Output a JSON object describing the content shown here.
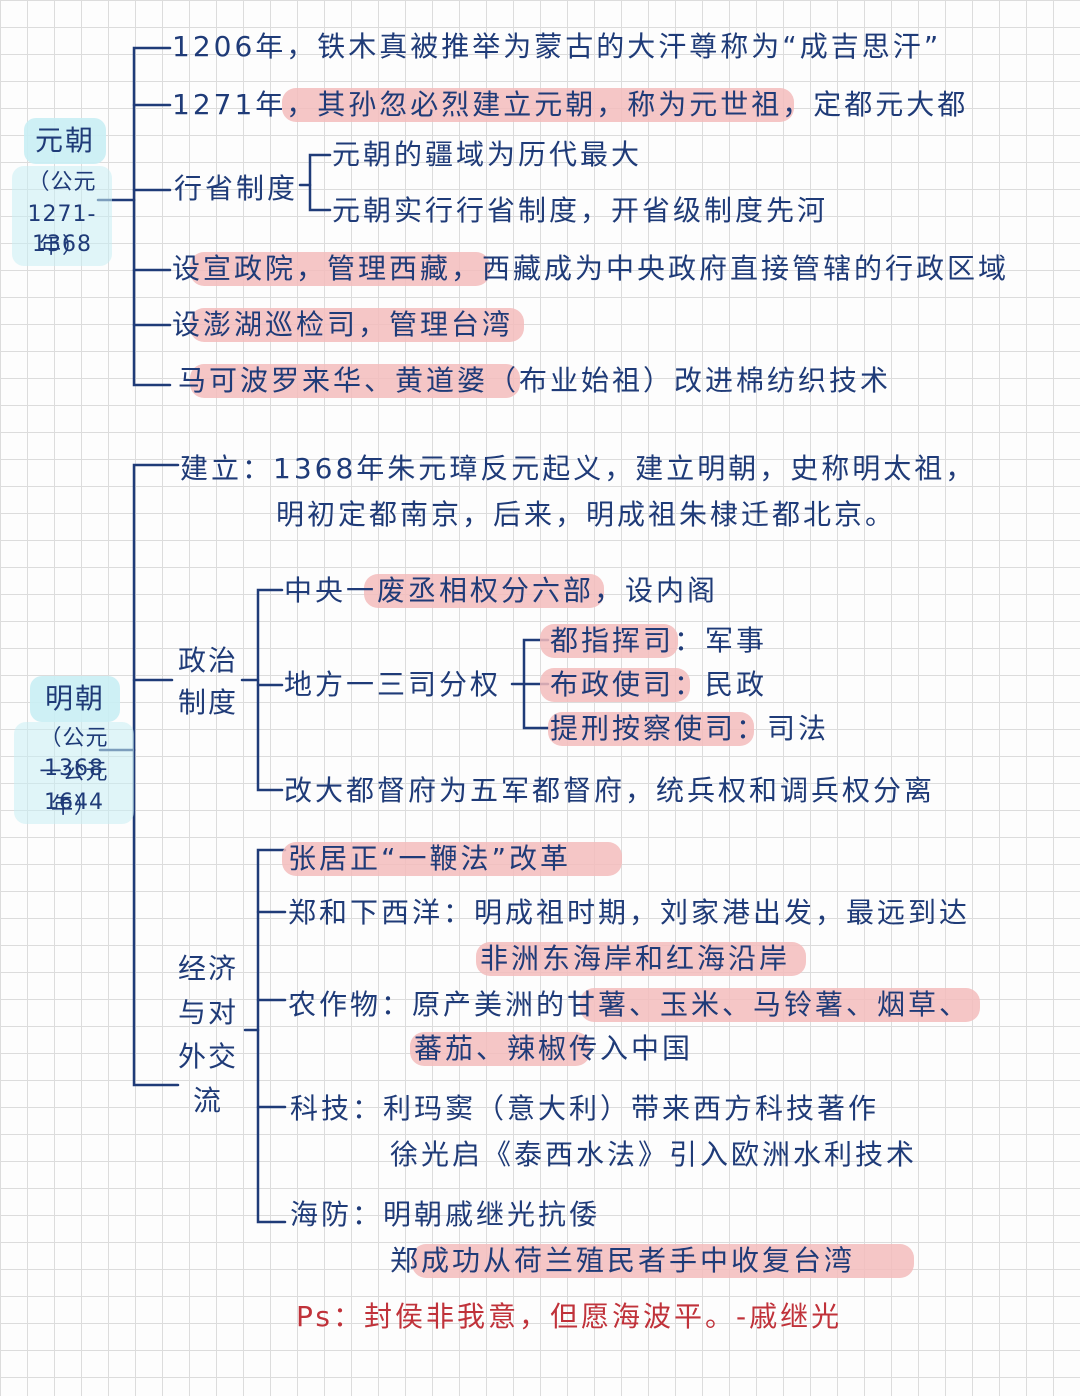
{
  "yuan": {
    "title": "元朝",
    "period_lines": [
      "（公元",
      "1271-1368",
      "年）"
    ],
    "items": [
      "1206年，铁木真被推举为蒙古的大汗尊称为“成吉思汗”",
      "1271年，其孙忽必烈建立元朝，称为元世祖，定都元大都",
      "行省制度",
      "元朝的疆域为历代最大",
      "元朝实行行省制度，开省级制度先河",
      "设宣政院，管理西藏，西藏成为中央政府直接管辖的行政区域",
      "设澎湖巡检司，管理台湾",
      "马可波罗来华、黄道婆（布业始祖）改进棉纺织技术"
    ]
  },
  "ming": {
    "title": "明朝",
    "period_lines": [
      "（公元1368",
      "一公元1644",
      "年）"
    ],
    "founding": [
      "建立：1368年朱元璋反元起义，建立明朝，史称明太祖，",
      "明初定都南京，后来，明成祖朱棣迁都北京。"
    ],
    "politics": {
      "label_lines": [
        "政治",
        "制度"
      ],
      "central": "中央一废丞相权分六部，设内阁",
      "local": "地方一三司分权",
      "local_items": [
        "都指挥司：军事",
        "布政使司：民政",
        "提刑按察使司：司法"
      ],
      "military": "改大都督府为五军都督府，统兵权和调兵权分离"
    },
    "economy": {
      "label_lines": [
        "经济",
        "与对",
        "外交",
        "流"
      ],
      "items": [
        "张居正“一鞭法”改革",
        "郑和下西洋：明成祖时期，刘家港出发，最远到达",
        "非洲东海岸和红海沿岸",
        "农作物：原产美洲的甘薯、玉米、马铃薯、烟草、",
        "蕃茄、辣椒传入中国",
        "科技：利玛窦（意大利）带来西方科技著作",
        "徐光启《泰西水法》引入欧洲水利技术",
        "海防：明朝戚继光抗倭",
        "郑成功从荷兰殖民者手中收复台湾"
      ]
    }
  },
  "footer": "Ps：封侯非我意，但愿海波平。-戚继光"
}
